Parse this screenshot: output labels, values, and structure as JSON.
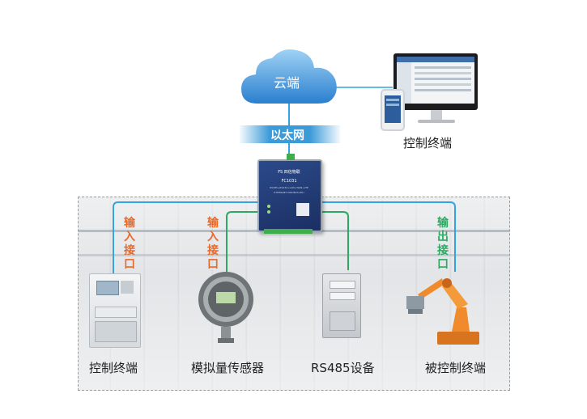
{
  "cloud": {
    "label": "云端"
  },
  "ethernet": {
    "label": "以太网"
  },
  "top_terminal": {
    "label": "控制终端"
  },
  "gateway": {
    "brand": "FS 四信物联",
    "model": "FC1031",
    "line1": "RS485+RS232+LAN+WAN+LTE",
    "line2": "ETHERNET MODBUS RTU"
  },
  "interfaces": {
    "left": [
      "输",
      "入",
      "接",
      "口"
    ],
    "middle": [
      "输",
      "入",
      "接",
      "口"
    ],
    "right": [
      "输",
      "出",
      "接",
      "口"
    ]
  },
  "devices": [
    {
      "label": "控制终端"
    },
    {
      "label": "模拟量传感器"
    },
    {
      "label": "RS485设备"
    },
    {
      "label": "被控制终端"
    }
  ],
  "colors": {
    "line_blue": "#35a3e0",
    "line_green": "#2fa864",
    "accent_orange": "#e8692a",
    "cloud_blue": "#2f8fd8"
  }
}
